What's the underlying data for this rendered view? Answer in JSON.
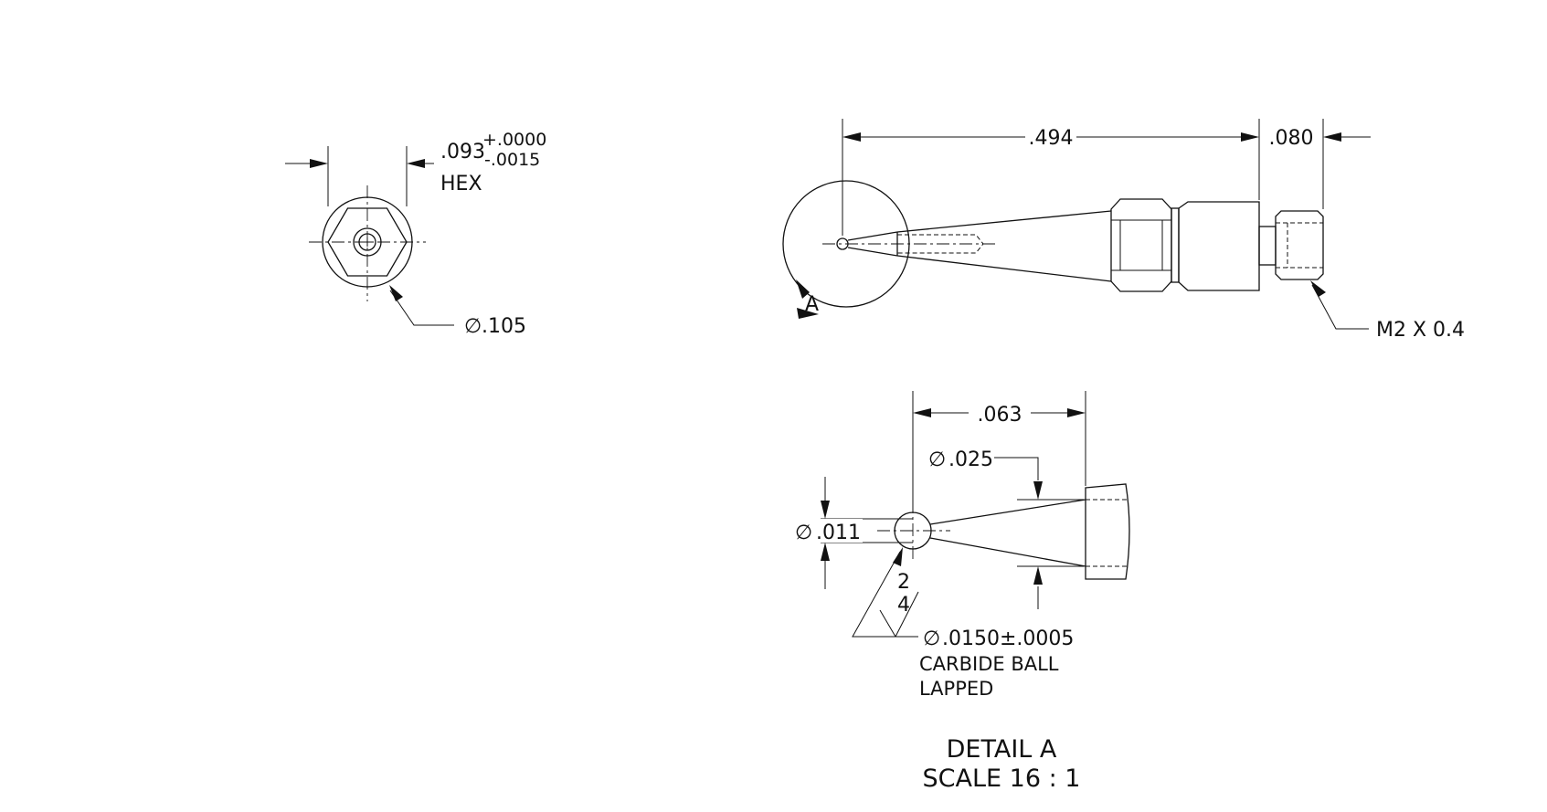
{
  "end_view": {
    "hex_dim": ".093",
    "hex_tol_plus": "+.0000",
    "hex_tol_minus": "-.0015",
    "hex_label": "HEX",
    "dia_dim": ".105"
  },
  "side_view": {
    "length_dim": ".494",
    "thread_len_dim": ".080",
    "thread_note": "M2 X 0.4",
    "detail_label": "A"
  },
  "detail_view": {
    "width_dim": ".063",
    "tip_dia": ".025",
    "ball_dia": ".011",
    "finish_top": "2",
    "finish_bottom": "4",
    "ball_note_dim": ".0150±.0005",
    "ball_note_line1": "CARBIDE BALL",
    "ball_note_line2": "LAPPED",
    "title": "DETAIL A",
    "scale": "SCALE 16 : 1"
  },
  "symbols": {
    "diameter": "∅"
  }
}
